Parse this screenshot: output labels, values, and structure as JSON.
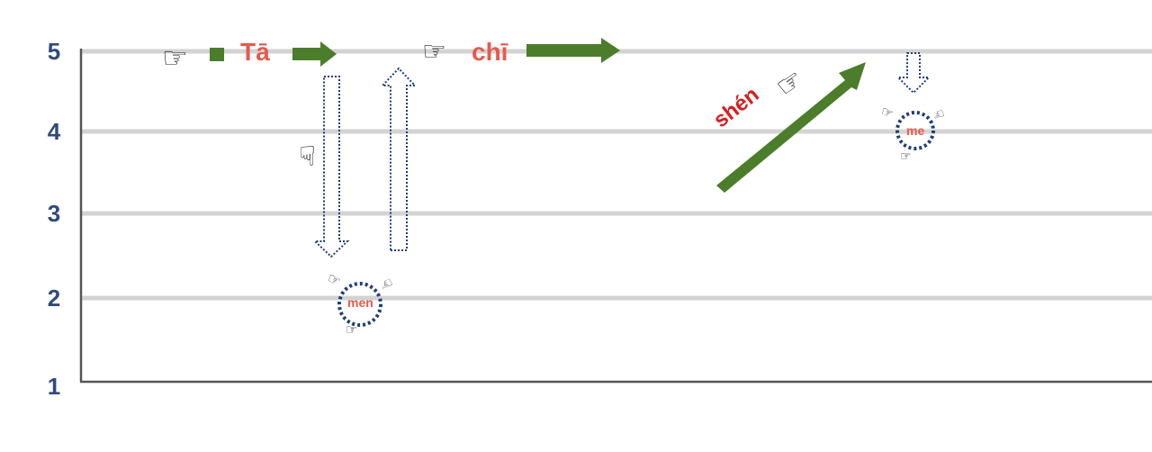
{
  "y_axis": {
    "ticks": [
      "5",
      "4",
      "3",
      "2",
      "1"
    ]
  },
  "syllables": {
    "ta": "Tā",
    "men": "men",
    "chi": "chī",
    "shen": "shén",
    "me": "me"
  },
  "colors": {
    "grid": "#d3d3d3",
    "axis": "#555555",
    "tick_text": "#2f4b7c",
    "syllable": "#e65a4e",
    "syllable_strong": "#d42020",
    "arrow_green": "#4b7d2b",
    "dotted_blue": "#1f3d7a"
  },
  "icons": [
    "pointing-hand-icon"
  ]
}
